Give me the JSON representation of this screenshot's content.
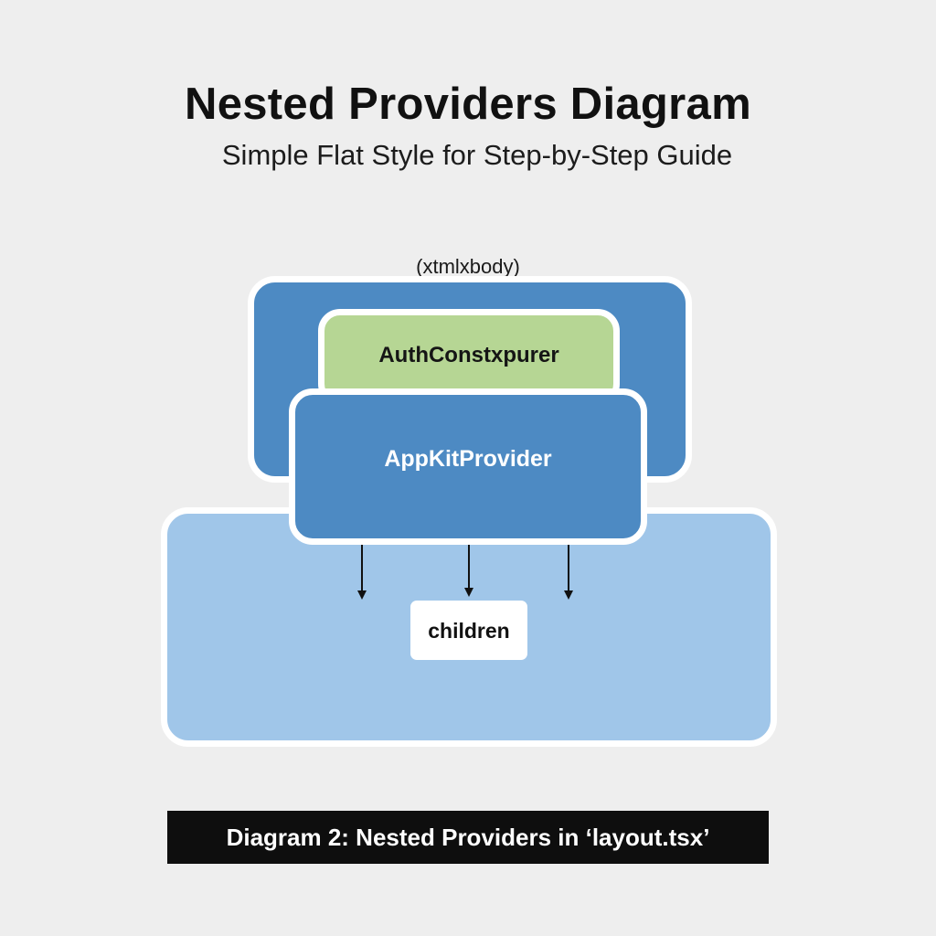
{
  "header": {
    "title": "Nested Providers Diagram",
    "subtitle": "Simple Flat Style for Step-by-Step Guide"
  },
  "diagram": {
    "outer_label": "(xtmlxbody)",
    "auth_provider": "AuthConstxpurer",
    "appkit_provider": "AppKitProvider",
    "children": "children",
    "arrow_count": 3
  },
  "caption": {
    "text": "Diagram 2: Nested Providers in ‘layout.tsx’"
  },
  "colors": {
    "background": "#eeeeee",
    "provider_blue": "#4d8ac3",
    "auth_green": "#b6d694",
    "children_area_blue": "#a0c6e9",
    "caption_bar": "#0e0e0e"
  }
}
